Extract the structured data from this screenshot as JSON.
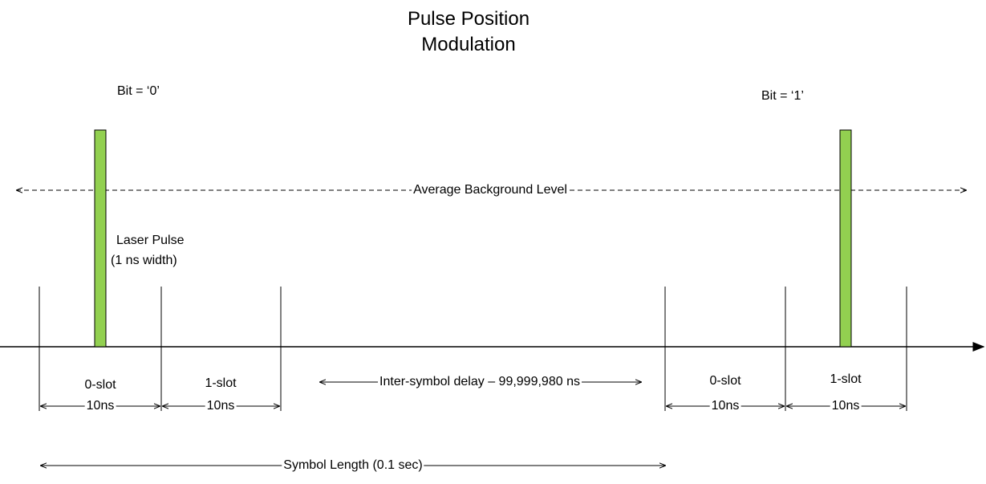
{
  "title_line1": "Pulse Position",
  "title_line2": "Modulation",
  "bit0_label": "Bit = ‘0’",
  "bit1_label": "Bit = ‘1’",
  "background_label": "Average Background Level",
  "laser_pulse_line1": "Laser Pulse",
  "laser_pulse_line2": "(1 ns width)",
  "left_symbol": {
    "slot0_label": "0-slot",
    "slot1_label": "1-slot",
    "slot0_width": "10ns",
    "slot1_width": "10ns"
  },
  "right_symbol": {
    "slot0_label": "0-slot",
    "slot1_label": "1-slot",
    "slot0_width": "10ns",
    "slot1_width": "10ns"
  },
  "inter_symbol_label": "Inter-symbol delay – 99,999,980 ns",
  "symbol_length_label": "Symbol Length (0.1 sec)",
  "colors": {
    "pulse_fill": "#92d050",
    "pulse_stroke": "#000000",
    "line": "#000000"
  }
}
